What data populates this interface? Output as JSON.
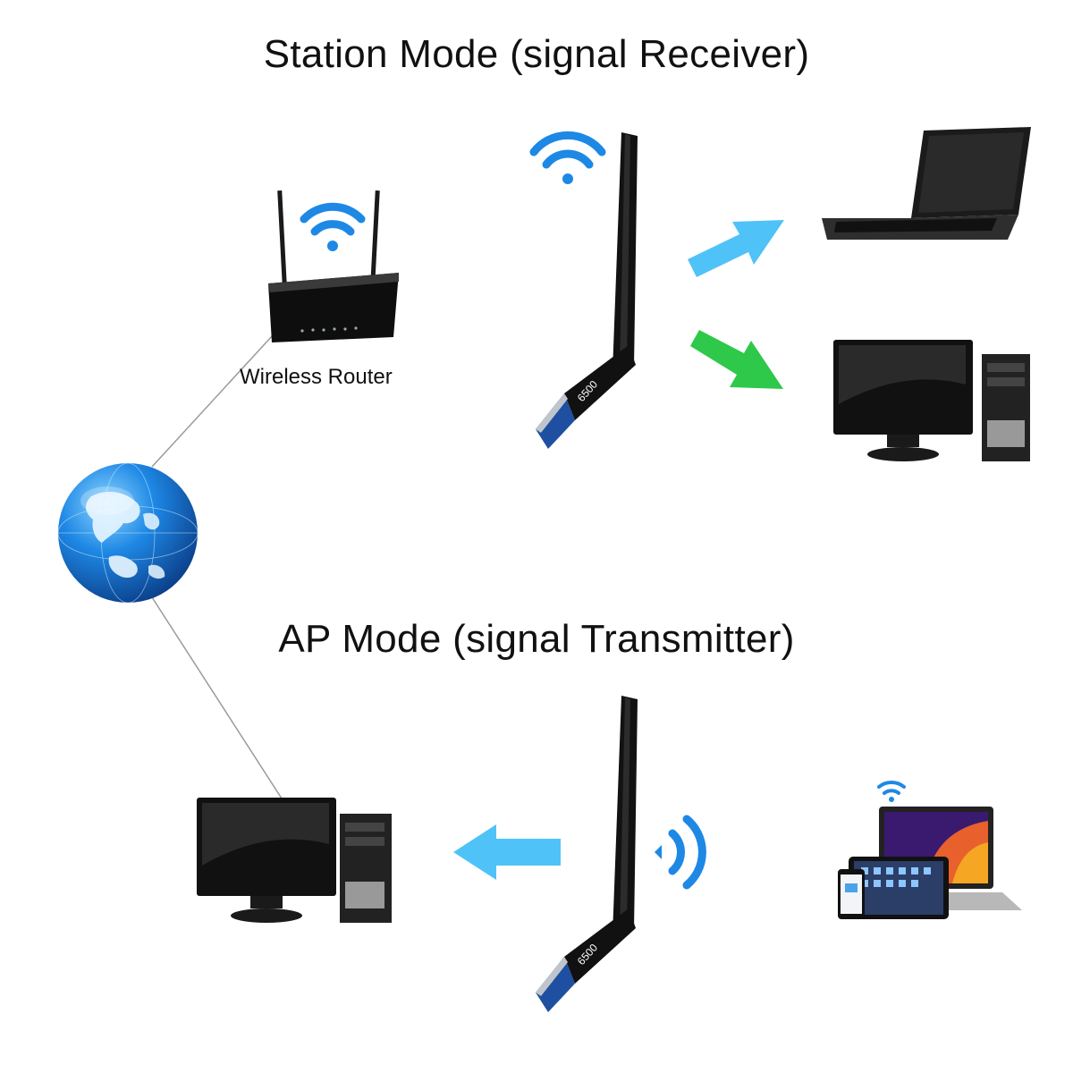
{
  "titles": {
    "station_mode": "Station Mode (signal Receiver)",
    "ap_mode": "AP Mode (signal Transmitter)"
  },
  "labels": {
    "wireless_router": "Wireless Router",
    "adapter_brand": "6500"
  },
  "colors": {
    "wifi_blue": "#1E88E5",
    "arrow_blue": "#4FC3F7",
    "arrow_green": "#2EC84A",
    "device_black": "#151515",
    "globe_blue": "#1E7FD0",
    "link_line": "#9a9a9a"
  },
  "icons": {
    "wifi": "wifi-icon",
    "globe": "globe-icon",
    "router": "router-icon",
    "usb_adapter": "usb-wifi-adapter-icon",
    "laptop": "laptop-icon",
    "desktop": "desktop-computer-icon",
    "tablet_phone": "tablet-phone-icon"
  }
}
